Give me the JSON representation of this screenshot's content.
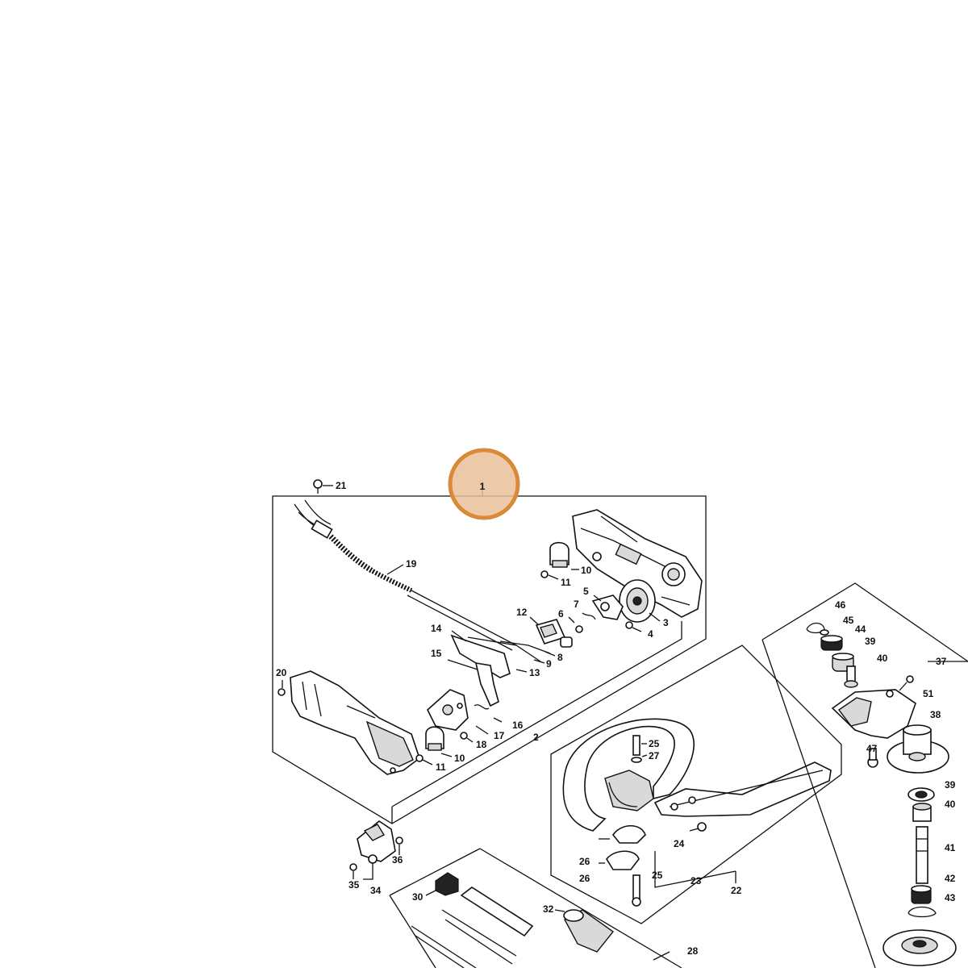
{
  "highlight": {
    "label": "1",
    "fill": "#e8c09a",
    "stroke": "#d9893a"
  },
  "callouts": {
    "c21": "21",
    "c19": "19",
    "c10a": "10",
    "c11a": "11",
    "c5": "5",
    "c7": "7",
    "c12": "12",
    "c6": "6",
    "c3": "3",
    "c4": "4",
    "c14": "14",
    "c9": "9",
    "c8": "8",
    "c13": "13",
    "c15": "15",
    "c20": "20",
    "c16": "16",
    "c17": "17",
    "c18": "18",
    "c10b": "10",
    "c11b": "11",
    "c2": "2",
    "c46": "46",
    "c45": "45",
    "c44": "44",
    "c39a": "39",
    "c40a": "40",
    "c37": "37",
    "c51": "51",
    "c38": "38",
    "c47": "47",
    "c39b": "39",
    "c40b": "40",
    "c41": "41",
    "c42": "42",
    "c43": "43",
    "c25a": "25",
    "c27": "27",
    "c24": "24",
    "c26a": "26",
    "c26b": "26",
    "c25b": "25",
    "c23": "23",
    "c22": "22",
    "c36": "36",
    "c35": "35",
    "c34": "34",
    "c30": "30",
    "c32": "32",
    "c28": "28"
  }
}
